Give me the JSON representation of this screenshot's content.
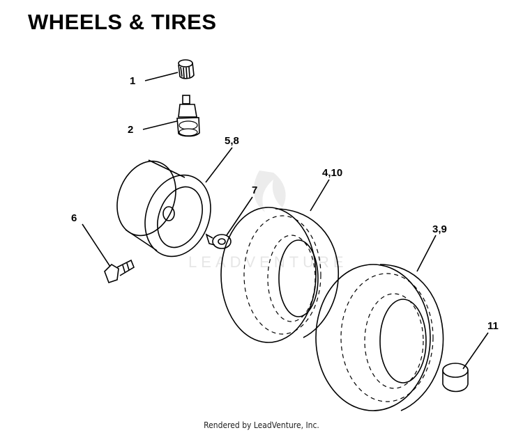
{
  "title": "WHEELS & TIRES",
  "callouts": {
    "c1": "1",
    "c2": "2",
    "c58": "5,8",
    "c6": "6",
    "c7": "7",
    "c410": "4,10",
    "c39": "3,9",
    "c11": "11"
  },
  "watermark": "LEADVENTURE",
  "footer": "Rendered by LeadVenture, Inc."
}
